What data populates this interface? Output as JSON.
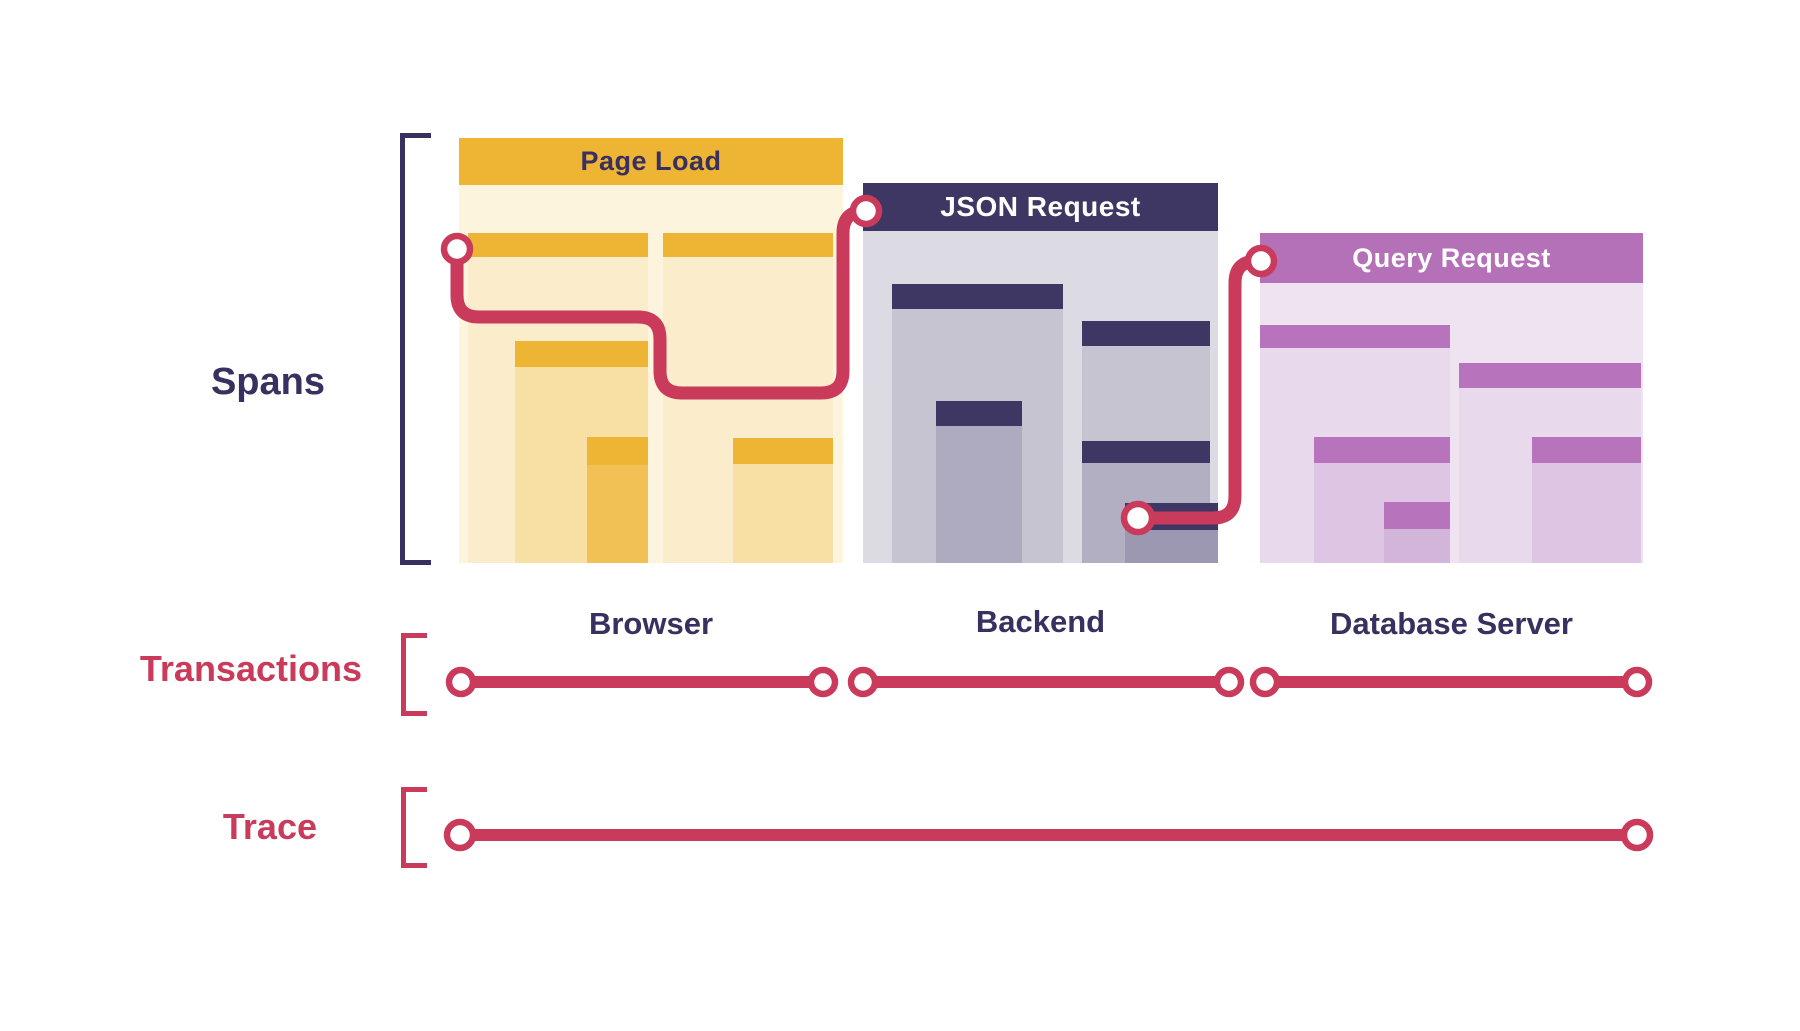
{
  "diagram": {
    "spans": {
      "label": "Spans"
    },
    "transactions": {
      "label": "Transactions"
    },
    "trace": {
      "label": "Trace"
    },
    "boxes": [
      {
        "title": "Page Load",
        "machine": "Browser"
      },
      {
        "title": "JSON Request",
        "machine": "Backend"
      },
      {
        "title": "Query Request",
        "machine": "Database Server"
      }
    ]
  },
  "colors": {
    "navy": "#38305f",
    "navy_bar": "#3f3763",
    "crimson": "#c93a5b",
    "amber": "#eeb434",
    "page_body": "#fdf4dd",
    "page_l1": "#fbeccb",
    "page_l2": "#f8e0a4",
    "page_l3": "#f1c155",
    "json_body": "#dcdae3",
    "json_l1": "#c7c4d2",
    "json_l2a": "#aeaabf",
    "json_l2b": "#b3afc3",
    "json_l3": "#9d98b2",
    "query_header": "#b471b8",
    "query_bar": "#b873bd",
    "query_body": "#efe3f1",
    "query_l1": "#e8d9ec",
    "query_l2": "#ddc5e3",
    "query_l3": "#d3b5da",
    "white": "#ffffff"
  }
}
